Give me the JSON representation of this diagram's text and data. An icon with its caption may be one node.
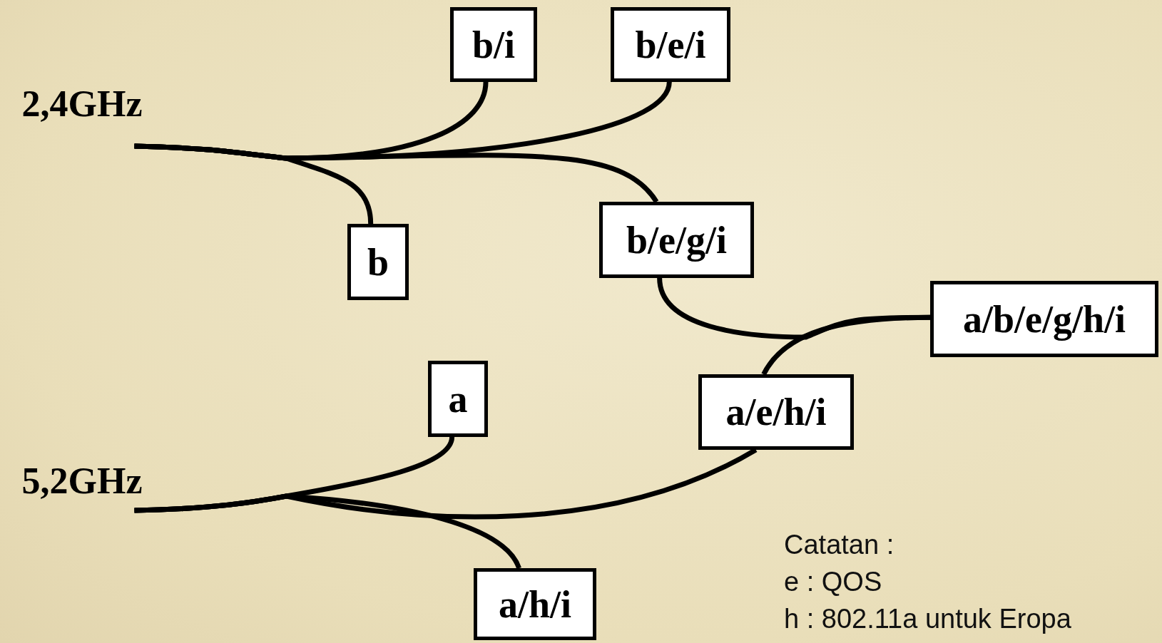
{
  "diagram": {
    "nodes": [
      {
        "text": [
          "2,4GHz"
        ]
      },
      {
        "text": [
          "b/i"
        ]
      },
      {
        "text": [
          "b/e/i"
        ]
      },
      {
        "text": [
          "b"
        ]
      },
      {
        "text": [
          "b/e/g/i"
        ]
      },
      {
        "text": [
          "a/b/e/g/h/i"
        ]
      },
      {
        "text": [
          "a"
        ]
      },
      {
        "text": [
          "a/e/h/i"
        ]
      },
      {
        "text": [
          "5,2GHz"
        ]
      },
      {
        "text": [
          "a/h/i"
        ]
      }
    ],
    "edges": [
      {
        "from": 0,
        "to": 1,
        "arrow": "none"
      },
      {
        "from": 0,
        "to": 2,
        "arrow": "none"
      },
      {
        "from": 0,
        "to": 3,
        "arrow": "none"
      },
      {
        "from": 0,
        "to": 4,
        "arrow": "none"
      },
      {
        "from": 4,
        "to": 5,
        "arrow": "none"
      },
      {
        "from": 7,
        "to": 5,
        "arrow": "none"
      },
      {
        "from": 8,
        "to": 6,
        "arrow": "none"
      },
      {
        "from": 8,
        "to": 9,
        "arrow": "none"
      },
      {
        "from": 8,
        "to": 7,
        "arrow": "none"
      }
    ],
    "labels": [
      "Catatan :",
      "e : QOS",
      "h : 802.11a untuk Eropa"
    ]
  }
}
